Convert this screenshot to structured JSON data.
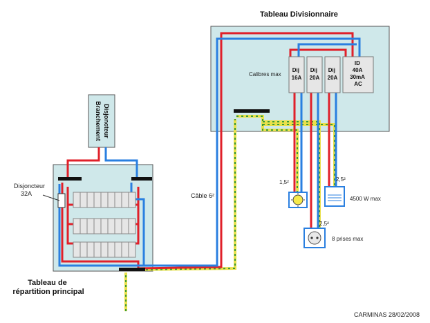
{
  "labels": {
    "divisionnaire_title": "Tableau Divisionnaire",
    "calibres": "Calibres  max",
    "breaker_1": [
      "Dij",
      "16A"
    ],
    "breaker_2": [
      "Dij",
      "20A"
    ],
    "breaker_3": [
      "Dij",
      "20A"
    ],
    "differential": [
      "ID",
      "40A",
      "30mA",
      "AC"
    ],
    "branchement_1": "Branchement",
    "branchement_2": "Disjoncteur",
    "disjoncteur_1": "Disjoncteur",
    "disjoncteur_2": "32A",
    "cable": "Câble 6²",
    "lighting_section": "1,5²",
    "heater_section": "2,5²",
    "heater_power": "4500 W max",
    "outlet_section": "2,5²",
    "outlet_count": "8 prises max",
    "principal_1": "Tableau de",
    "principal_2": "répartition principal",
    "credit": "CARMINAS 28/02/2008"
  },
  "colors": {
    "panel_fill": "#cfe8ea",
    "phase_wire": "#e0202a",
    "neutral_wire": "#2a7fe0",
    "earth_wire": "#e9e04a",
    "breaker_fill": "#e6e6e6"
  }
}
